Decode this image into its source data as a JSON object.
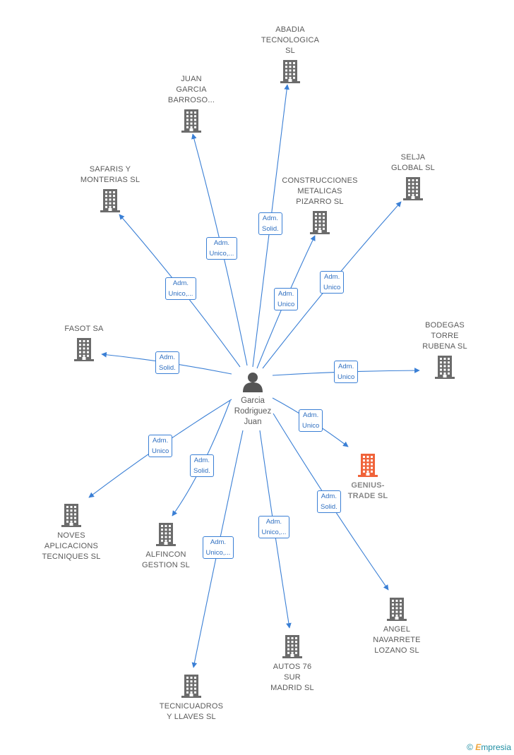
{
  "center": {
    "name": "Garcia\nRodriguez\nJuan"
  },
  "nodes": [
    {
      "id": "abadia",
      "name": "ABADIA\nTECNOLOGICA\nSL",
      "highlight": false
    },
    {
      "id": "juan",
      "name": "JUAN\nGARCIA\nBARROSO...",
      "highlight": false
    },
    {
      "id": "safaris",
      "name": "SAFARIS Y\nMONTERIAS SL",
      "highlight": false
    },
    {
      "id": "construcciones",
      "name": "CONSTRUCCIONES\nMETALICAS\nPIZARRO SL",
      "highlight": false
    },
    {
      "id": "selja",
      "name": "SELJA\nGLOBAL SL",
      "highlight": false
    },
    {
      "id": "fasot",
      "name": "FASOT SA",
      "highlight": false
    },
    {
      "id": "bodegas",
      "name": "BODEGAS\nTORRE\nRUBENA SL",
      "highlight": false
    },
    {
      "id": "genius",
      "name": "GENIUS-\nTRADE SL",
      "highlight": true
    },
    {
      "id": "noves",
      "name": "NOVES\nAPLICACIONS\nTECNIQUES SL",
      "highlight": false
    },
    {
      "id": "alfincon",
      "name": "ALFINCON\nGESTION SL",
      "highlight": false
    },
    {
      "id": "angel",
      "name": "ANGEL\nNAVARRETE\nLOZANO SL",
      "highlight": false
    },
    {
      "id": "autos",
      "name": "AUTOS 76\nSUR\nMADRID SL",
      "highlight": false
    },
    {
      "id": "tecnicuadros",
      "name": "TECNICUADROS\nY LLAVES SL",
      "highlight": false
    }
  ],
  "edges": [
    {
      "to": "abadia",
      "label": "Adm.\nSolid."
    },
    {
      "to": "juan",
      "label": "Adm.\nUnico,..."
    },
    {
      "to": "safaris",
      "label": "Adm.\nUnico,..."
    },
    {
      "to": "construcciones",
      "label": "Adm.\nUnico"
    },
    {
      "to": "selja",
      "label": "Adm.\nUnico"
    },
    {
      "to": "fasot",
      "label": "Adm.\nSolid."
    },
    {
      "to": "bodegas",
      "label": "Adm.\nUnico"
    },
    {
      "to": "genius",
      "label": "Adm.\nUnico"
    },
    {
      "to": "noves",
      "label": "Adm.\nUnico"
    },
    {
      "to": "alfincon",
      "label": "Adm.\nSolid."
    },
    {
      "to": "angel",
      "label": "Adm.\nSolid."
    },
    {
      "to": "autos",
      "label": "Adm.\nUnico,..."
    },
    {
      "to": "tecnicuadros",
      "label": "Adm.\nUnico,..."
    }
  ],
  "colors": {
    "edge": "#3a7fd5",
    "building": "#6b6b6b",
    "highlight": "#f0633a",
    "person": "#555555"
  },
  "brand": {
    "symbol": "©",
    "name": "mpresia",
    "initial": "E"
  }
}
